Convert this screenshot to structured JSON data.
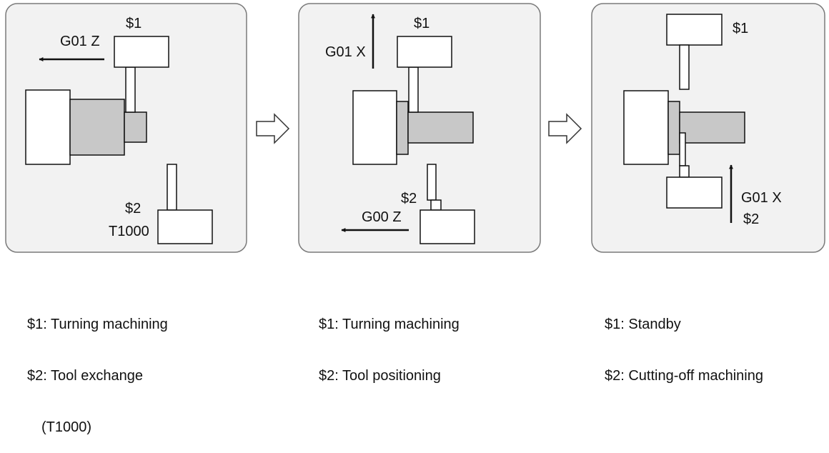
{
  "panels": [
    {
      "labels": {
        "ch1": "$1",
        "ch1_cmd": "G01 Z",
        "ch2": "$2",
        "ch2_cmd": "T1000"
      },
      "caption": [
        "$1: Turning machining",
        "$2: Tool exchange",
        "  (T1000)"
      ]
    },
    {
      "labels": {
        "ch1": "$1",
        "ch1_cmd": "G01 X",
        "ch2": "$2",
        "ch2_cmd": "G00 Z"
      },
      "caption": [
        "$1: Turning machining",
        "$2: Tool positioning"
      ]
    },
    {
      "labels": {
        "ch1": "$1",
        "ch2_cmd": "G01 X",
        "ch2": "$2"
      },
      "caption": [
        "$1: Standby",
        "$2: Cutting-off machining"
      ]
    }
  ],
  "colors": {
    "panel_bg": "#f2f2f2",
    "panel_border": "#7a7a7a",
    "workpiece": "#c8c8c8",
    "line": "#111111",
    "arrow_outline": "#333333"
  },
  "icons": {
    "transition": "hollow-right-arrow-icon"
  }
}
